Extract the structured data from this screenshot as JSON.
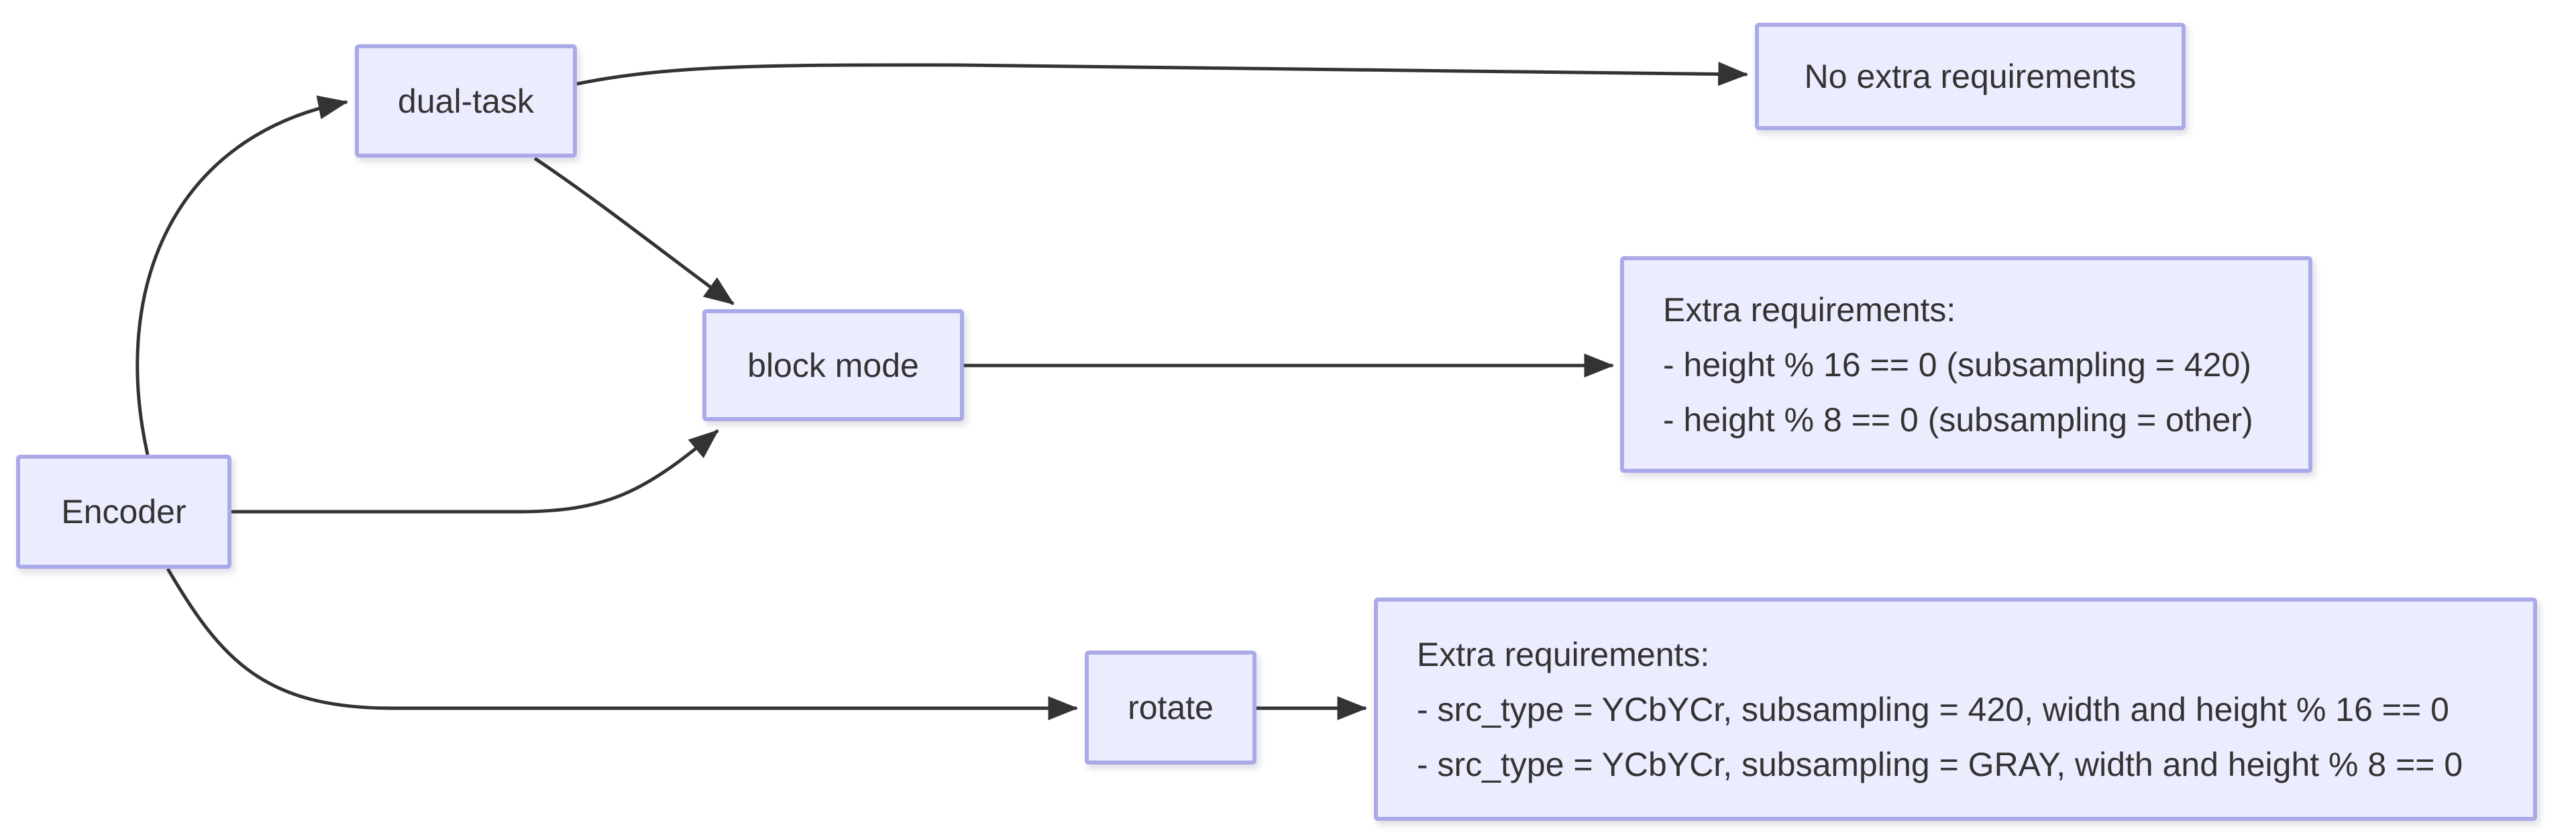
{
  "diagram": {
    "type": "flowchart-LR",
    "colors": {
      "node_fill": "#ECECFF",
      "node_border": "#AAAAE8",
      "edge": "#333333",
      "text": "#333333",
      "background": "#FFFFFF"
    },
    "nodes": {
      "encoder": {
        "label": "Encoder"
      },
      "dual_task": {
        "label": "dual-task"
      },
      "block_mode": {
        "label": "block mode"
      },
      "rotate": {
        "label": "rotate"
      },
      "no_extra": {
        "label": "No extra requirements"
      },
      "extra_block": {
        "lines": [
          "Extra requirements:",
          "- height % 16 == 0 (subsampling = 420)",
          "- height % 8 == 0 (subsampling = other)"
        ]
      },
      "extra_rotate": {
        "lines": [
          "Extra requirements:",
          "- src_type = YCbYCr, subsampling = 420, width and height % 16 == 0",
          "- src_type = YCbYCr, subsampling = GRAY, width and height % 8 == 0"
        ]
      }
    },
    "edges": [
      {
        "from": "encoder",
        "to": "dual_task"
      },
      {
        "from": "dual_task",
        "to": "no_extra"
      },
      {
        "from": "dual_task",
        "to": "block_mode"
      },
      {
        "from": "encoder",
        "to": "block_mode"
      },
      {
        "from": "encoder",
        "to": "rotate"
      },
      {
        "from": "block_mode",
        "to": "extra_block"
      },
      {
        "from": "rotate",
        "to": "extra_rotate"
      }
    ]
  }
}
